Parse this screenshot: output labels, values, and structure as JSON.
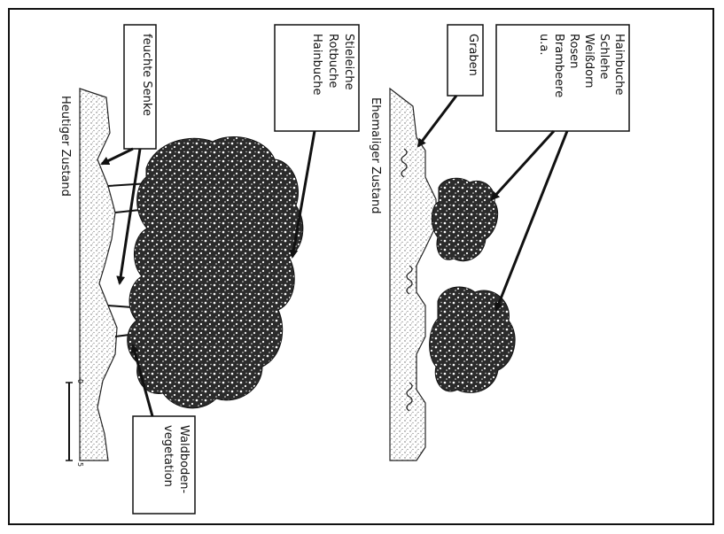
{
  "before": {
    "title": "Ehemaliger Zustand",
    "hedge_label_lines": [
      "Hainbuche",
      "Schlehe",
      "Weißdorn",
      "Rosen",
      "Brambeere",
      "u.a."
    ],
    "ditch_label": "Graben"
  },
  "after": {
    "title": "Heutiger Zustand",
    "trees_label_lines": [
      "Stieleiche",
      "Rotbuche",
      "Hainbuche"
    ],
    "hollow_label": "feuchte Senke",
    "floor_label_lines": [
      "Waldboden-",
      "vegetation"
    ]
  },
  "scale_bar": {
    "left_tick": "0",
    "right_tick": "5"
  },
  "colors": {
    "ink": "#111111",
    "paper": "#ffffff",
    "soil_dot": "#555555",
    "foliage": "#1a1a1a"
  }
}
